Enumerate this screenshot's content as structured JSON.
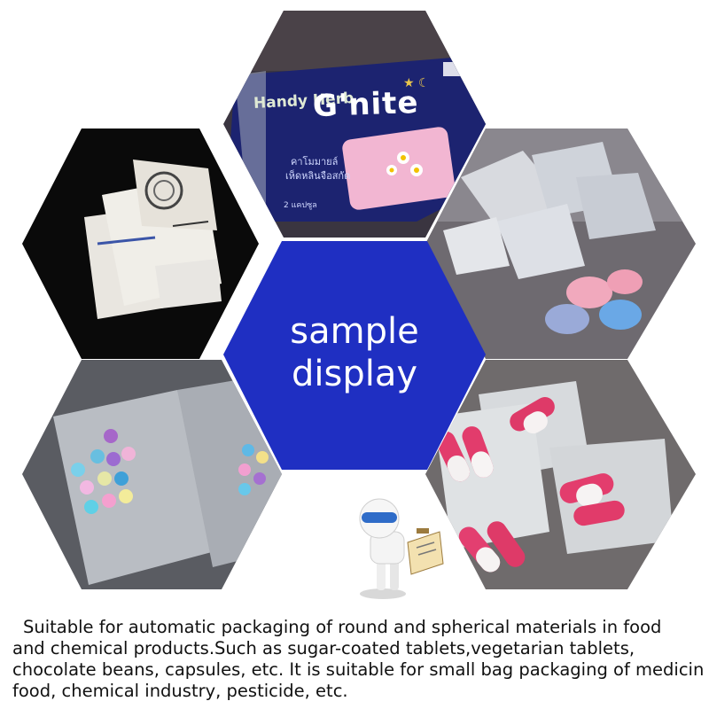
{
  "center": {
    "line1": "sample",
    "line2": "display",
    "color": "#1f2fc2"
  },
  "packages": {
    "top_brand": "Handy Herb",
    "top_product": "G'nite"
  },
  "caption": {
    "lines": [
      "Suitable for automatic packaging of round and spherical materials in food",
      "and chemical products.Such as sugar-coated tablets,vegetarian tablets,",
      "chocolate beans, capsules, etc. It is suitable for small bag packaging of medicin",
      "food, chemical industry, pesticide, etc."
    ]
  },
  "icons": {
    "mascot": "robot-with-clipboard-icon"
  }
}
